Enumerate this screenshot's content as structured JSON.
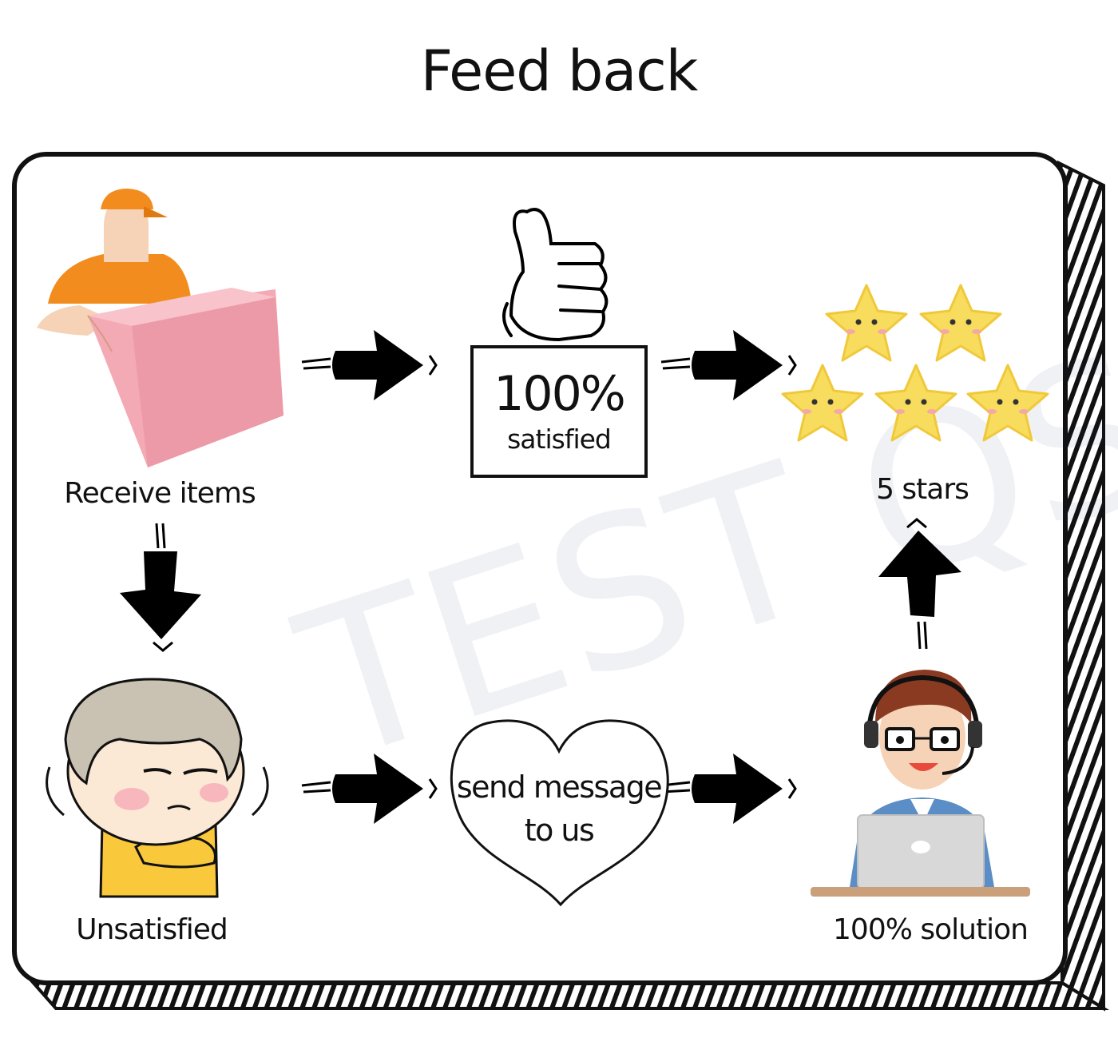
{
  "title": "Feed back",
  "steps": {
    "receive": "Receive items",
    "stars": "5 stars",
    "unsatisfied": "Unsatisfied",
    "solution": "100% solution"
  },
  "satisfied_box": {
    "percent": "100%",
    "text": "satisfied"
  },
  "heart": {
    "line1": "send message",
    "line2": "to us"
  },
  "watermark": "TEST QSS",
  "colors": {
    "box_pink": "#f3aab5",
    "uniform_orange": "#f28c1e",
    "star_yellow": "#f7dc5e",
    "shirt_yellow": "#f9c83b",
    "agent_blue": "#5b8ec6"
  }
}
